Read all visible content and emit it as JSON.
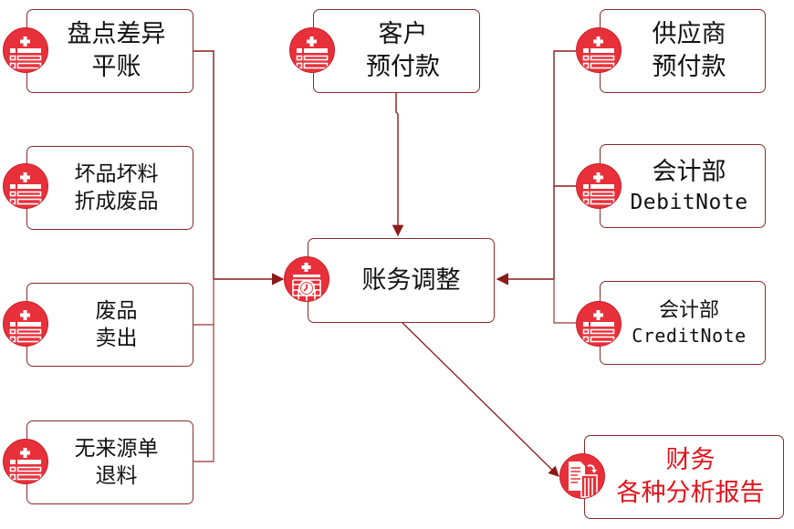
{
  "diagram": {
    "title": "账务调整",
    "colors": {
      "connector": "#8b1a1a",
      "box_border": "#8b2a2a",
      "icon_fill": "#e8303a",
      "report_text": "#e0141c",
      "text": "#111111"
    },
    "center_node": {
      "id": "account-adjustment",
      "lines": [
        "账务调整"
      ],
      "icon": "calendar-clock-icon"
    },
    "left_sources": [
      {
        "id": "inventory-variance",
        "lines": [
          "盘点差异",
          "平账"
        ],
        "icon": "add-list-icon"
      },
      {
        "id": "damaged-goods",
        "lines": [
          "坏品坏料",
          "折成废品"
        ],
        "icon": "add-list-icon"
      },
      {
        "id": "scrap-sale",
        "lines": [
          "废品",
          "卖出"
        ],
        "icon": "add-list-icon"
      },
      {
        "id": "unsourced-return",
        "lines": [
          "无来源单",
          "退料"
        ],
        "icon": "add-list-icon"
      }
    ],
    "top_source": {
      "id": "customer-prepayment",
      "lines": [
        "客户",
        "预付款"
      ],
      "icon": "add-list-icon"
    },
    "right_sources": [
      {
        "id": "supplier-prepayment",
        "lines": [
          "供应商",
          "预付款"
        ],
        "icon": "add-list-icon"
      },
      {
        "id": "debit-note",
        "lines": [
          "会计部",
          "DebitNote"
        ],
        "icon": "add-list-icon"
      },
      {
        "id": "credit-note",
        "lines": [
          "会计部",
          "CreditNote"
        ],
        "icon": "add-list-icon"
      }
    ],
    "output_node": {
      "id": "financial-reports",
      "lines": [
        "财务",
        "各种分析报告"
      ],
      "icon": "report-document-icon"
    },
    "edges": [
      {
        "from": "inventory-variance",
        "to": "account-adjustment"
      },
      {
        "from": "damaged-goods",
        "to": "account-adjustment"
      },
      {
        "from": "scrap-sale",
        "to": "account-adjustment"
      },
      {
        "from": "unsourced-return",
        "to": "account-adjustment"
      },
      {
        "from": "customer-prepayment",
        "to": "account-adjustment"
      },
      {
        "from": "supplier-prepayment",
        "to": "account-adjustment"
      },
      {
        "from": "debit-note",
        "to": "account-adjustment"
      },
      {
        "from": "credit-note",
        "to": "account-adjustment"
      },
      {
        "from": "account-adjustment",
        "to": "financial-reports"
      }
    ]
  }
}
